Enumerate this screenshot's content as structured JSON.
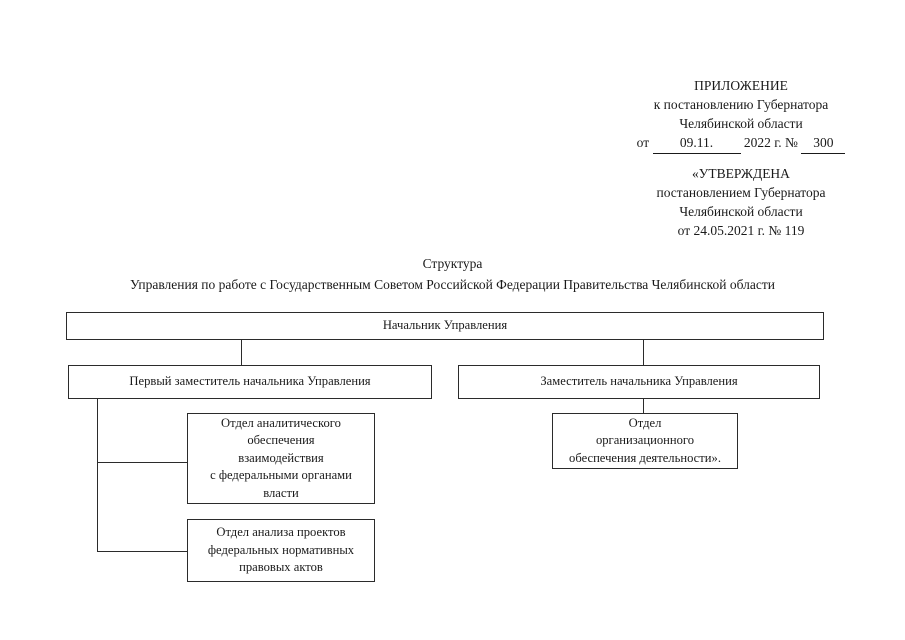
{
  "header": {
    "appendix": {
      "title": "ПРИЛОЖЕНИЕ",
      "line2": "к постановлению Губернатора",
      "line3": "Челябинской области",
      "date_prefix": "от",
      "date_value": "09.11.",
      "year_text": "2022 г. №",
      "number_value": "300"
    },
    "approved": {
      "title": "«УТВЕРЖДЕНА",
      "line2": "постановлением Губернатора",
      "line3": "Челябинской области",
      "line4": "от 24.05.2021 г. № 119"
    }
  },
  "title": {
    "line1": "Структура",
    "line2": "Управления по работе с Государственным Советом Российской Федерации Правительства Челябинской области"
  },
  "chart": {
    "head": "Начальник Управления",
    "first_deputy": "Первый заместитель начальника Управления",
    "deputy": "Заместитель начальника Управления",
    "dept_analytical": "Отдел аналитического\nобеспечения\nвзаимодействия\nс федеральными органами\nвласти",
    "dept_legal": "Отдел анализа проектов\nфедеральных нормативных\nправовых актов",
    "dept_org": "Отдел\nорганизационного\nобеспечения деятельности»."
  }
}
